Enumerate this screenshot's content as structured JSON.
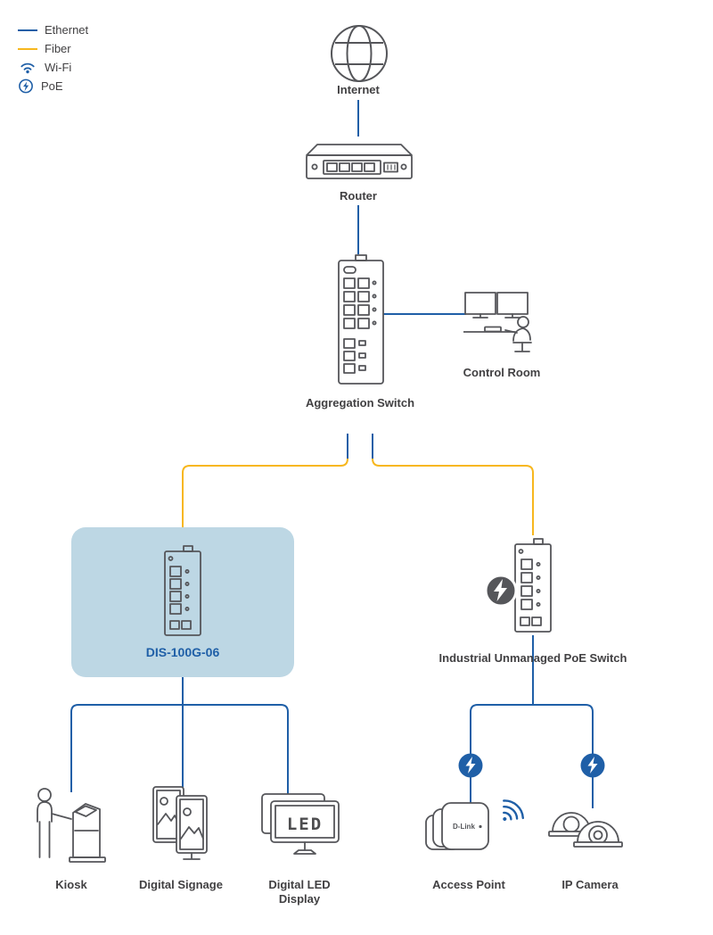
{
  "legend": {
    "items": [
      {
        "name": "ethernet",
        "label": "Ethernet"
      },
      {
        "name": "fiber",
        "label": "Fiber"
      },
      {
        "name": "wifi",
        "label": "Wi-Fi"
      },
      {
        "name": "poe",
        "label": "PoE"
      }
    ]
  },
  "nodes": {
    "internet": {
      "label": "Internet"
    },
    "router": {
      "label": "Router"
    },
    "aggregation_switch": {
      "label": "Aggregation Switch"
    },
    "control_room": {
      "label": "Control Room"
    },
    "dis_switch": {
      "label": "DIS-100G-06"
    },
    "poe_switch": {
      "label": "Industrial Unmanaged PoE Switch"
    },
    "kiosk": {
      "label": "Kiosk"
    },
    "digital_signage": {
      "label": "Digital Signage"
    },
    "led_display": {
      "label": "Digital LED Display",
      "screen_text": "LED"
    },
    "access_point": {
      "label": "Access Point",
      "brand": "D-Link"
    },
    "ip_camera": {
      "label": "IP Camera"
    }
  },
  "colors": {
    "ethernet": "#1f5fa7",
    "fiber": "#f7b71e",
    "highlight_box": "#bdd7e4",
    "icon_outline": "#55565a",
    "label_text": "#414042",
    "dis_label": "#1f5fa7",
    "poe_badge_dark": "#55565a"
  }
}
